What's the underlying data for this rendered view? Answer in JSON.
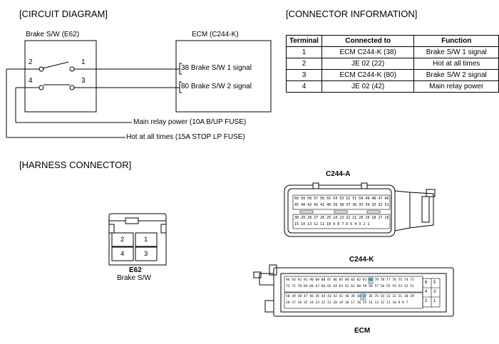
{
  "circuit": {
    "title": "[CIRCUIT DIAGRAM]",
    "switch_label": "Brake S/W (E62)",
    "ecm_label": "ECM (C244-K)",
    "pins": [
      "2",
      "1",
      "4",
      "3"
    ],
    "signal1": "38 Brake S/W 1 signal",
    "signal2": "80 Brake S/W 2 signal",
    "main_relay": "Main relay power (10A B/UP FUSE)",
    "hot_always": "Hot at all times (15A STOP LP FUSE)"
  },
  "connector_info": {
    "title": "[CONNECTOR INFORMATION]",
    "headers": [
      "Terminal",
      "Connected to",
      "Function"
    ],
    "rows": [
      [
        "1",
        "ECM C244-K (38)",
        "Brake S/W 1 signal"
      ],
      [
        "2",
        "JE 02 (22)",
        "Hot at all times"
      ],
      [
        "3",
        "ECM C244-K (80)",
        "Brake S/W 2 signal"
      ],
      [
        "4",
        "JE 02 (42)",
        "Main relay power"
      ]
    ]
  },
  "harness": {
    "title": "[HARNESS CONNECTOR]",
    "e62_pins": [
      "2",
      "1",
      "4",
      "3"
    ],
    "e62_name": "E62",
    "e62_desc": "Brake S/W",
    "c244a_label": "C244-A",
    "c244a_rows": [
      "60 59 58 57 56 55 54 53 52 51 50 49 48 47 46",
      "45 44 43 42 41 40 39 38 37 36 35 34 33 32 31",
      "30 29 28 27 26 25 24 23 22 21 20 19 18 17 16",
      "15 14 13 12 11 10 9 8 7 6 5 4 3 2 1"
    ],
    "c244k_label": "C244-K",
    "c244k_rows": [
      "94 93 92 91 90 89 88 87 86 85 84 83 82 81 80 79 78 77 76 75 74 73",
      "72 71 70 69 68 67 66 65 64 63 62 61 60 59 58 57 56 55 54 53 52 51",
      "50 49 48 47 46 45 44 43 42 41 40 39 38 37 36 35 34 33 32 31 30 29",
      "28 27 26 25 24 23 22 21 20 19 18 17 16 15 14 13 12 11 10 9 8 7"
    ],
    "c244k_side": [
      "6",
      "5",
      "4",
      "3",
      "2",
      "1"
    ],
    "ecm_label": "ECM"
  },
  "colors": {
    "highlight": "#7fb3c8",
    "line": "#000000"
  }
}
